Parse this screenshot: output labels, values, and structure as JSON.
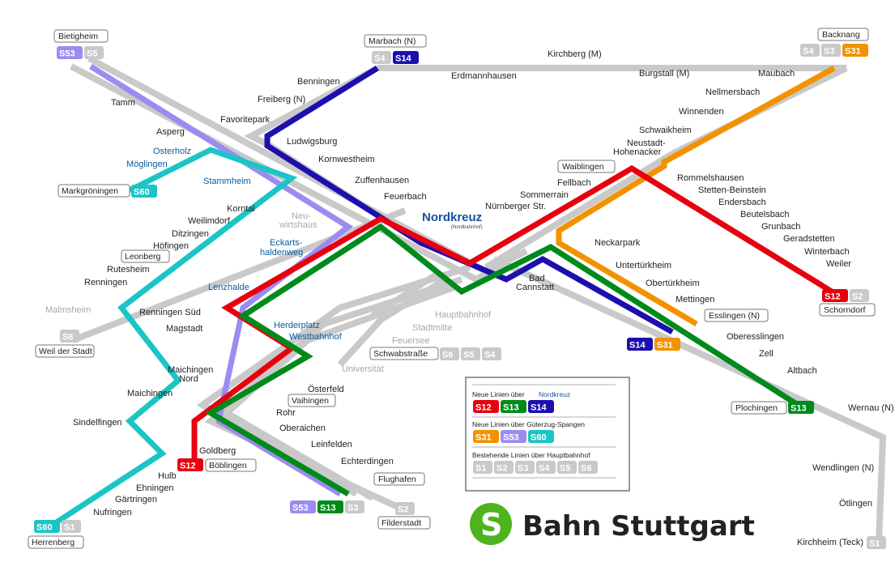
{
  "colors": {
    "S12": "#e8000f",
    "S13": "#008a1b",
    "S14": "#1c0fae",
    "S31": "#f39200",
    "S53": "#9a8cf0",
    "S60": "#1cc5c5",
    "grey": "#c9c9c9",
    "brand_green": "#4fb31f"
  },
  "hub": {
    "name": "Nordkreuz",
    "sub": "(Nordbahnhof)"
  },
  "terminals": {
    "bietigheim": "Bietigheim",
    "marbach": "Marbach (N)",
    "backnang": "Backnang",
    "markgroeningen": "Markgröningen",
    "leonberg": "Leonberg",
    "waiblingen": "Waiblingen",
    "schorndorf": "Schorndorf",
    "esslingen": "Esslingen (N)",
    "plochingen": "Plochingen",
    "vaihingen": "Vaihingen",
    "boeblingen": "Böblingen",
    "flughafen": "Flughafen",
    "herrenberg": "Herrenberg",
    "weil": "Weil der Stadt",
    "filderstadt": "Filderstadt",
    "schwabstrasse": "Schwabstraße"
  },
  "stations": {
    "tamm": "Tamm",
    "asperg": "Asperg",
    "favoritepark": "Favoritepark",
    "freiberg": "Freiberg (N)",
    "benningen": "Benningen",
    "erdmannhausen": "Erdmannhausen",
    "kirchberg": "Kirchberg (M)",
    "burgstall": "Burgstall (M)",
    "maubach": "Maubach",
    "nellmersbach": "Nellmersbach",
    "winnenden": "Winnenden",
    "schwaikheim": "Schwaikheim",
    "neustadt1": "Neustadt-",
    "neustadt2": "Hohenacker",
    "rommelshausen": "Rommelshausen",
    "stetten": "Stetten-Beinstein",
    "endersbach": "Endersbach",
    "beutelsbach": "Beutelsbach",
    "grunbach": "Grunbach",
    "geradstetten": "Geradstetten",
    "winterbach": "Winterbach",
    "weiler": "Weiler",
    "ludwigsburg": "Ludwigsburg",
    "kornwestheim": "Kornwestheim",
    "zuffenhausen": "Zuffenhausen",
    "feuerbach": "Feuerbach",
    "osterholz": "Osterholz",
    "moeglingen": "Möglingen",
    "stammheim": "Stammheim",
    "korntal": "Korntal",
    "weilimdorf": "Weilimdorf",
    "ditzingen": "Ditzingen",
    "hoefingen": "Höfingen",
    "rutesheim": "Rutesheim",
    "renningen": "Renningen",
    "malmsheim": "Malmsheim",
    "renningen_sued": "Renningen Süd",
    "magstadt": "Magstadt",
    "maichingen_nord1": "Maichingen",
    "maichingen_nord2": "Nord",
    "maichingen": "Maichingen",
    "sindelfingen": "Sindelfingen",
    "goldberg": "Goldberg",
    "hulb": "Hulb",
    "ehningen": "Ehningen",
    "gaertringen": "Gärtringen",
    "nufringen": "Nufringen",
    "neuwirtshaus1": "Neu-",
    "neuwirtshaus2": "wirtshaus",
    "eckartshaldenweg1": "Eckarts-",
    "eckartshaldenweg2": "haldenweg",
    "lenzhalde": "Lenzhalde",
    "herderplatz": "Herderplatz",
    "westbahnhof": "Westbahnhof",
    "fellbach": "Fellbach",
    "sommerrain": "Sommerrain",
    "nuernberger": "Nürnberger Str.",
    "neckarpark": "Neckarpark",
    "bad1": "Bad",
    "bad2": "Cannstatt",
    "untertuerkheim": "Untertürkheim",
    "obertuerkheim": "Obertürkheim",
    "mettingen": "Mettingen",
    "oberesslingen": "Oberesslingen",
    "zell": "Zell",
    "altbach": "Altbach",
    "wernau": "Wernau (N)",
    "wendlingen": "Wendlingen (N)",
    "oetlingen": "Ötlingen",
    "kirchheim": "Kirchheim (Teck)",
    "hauptbahnhof": "Hauptbahnhof",
    "stadtmitte": "Stadtmitte",
    "feuersee": "Feuersee",
    "universitaet": "Universität",
    "oesterfeld": "Österfeld",
    "rohr": "Rohr",
    "oberaichen": "Oberaichen",
    "leinfelden": "Leinfelden",
    "echterdingen": "Echterdingen"
  },
  "badges": {
    "S1": "S1",
    "S2": "S2",
    "S3": "S3",
    "S4": "S4",
    "S5": "S5",
    "S6": "S6",
    "S12": "S12",
    "S13": "S13",
    "S14": "S14",
    "S31": "S31",
    "S53": "S53",
    "S60": "S60"
  },
  "legend": {
    "new_nordkreuz_prefix": "Neue Linien über",
    "new_nordkreuz_hub": "Nordkreuz",
    "new_freight": "Neue Linien über Güterzug-Spangen",
    "existing": "Bestehende Linien über Hauptbahnhof"
  },
  "brand": {
    "text": "Bahn Stuttgart",
    "logo_letter": "S"
  }
}
